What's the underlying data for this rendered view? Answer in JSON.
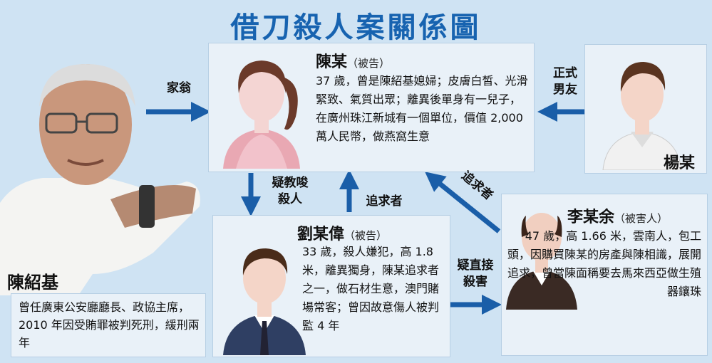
{
  "title": "借刀殺人案關係圖",
  "people": {
    "chen_shaoji": {
      "name": "陳紹基",
      "desc": "曾任廣東公安廳廳長、政協主席，2010 年因受賄罪被判死刑，緩刑兩年"
    },
    "chen": {
      "name": "陳某",
      "role": "（被告）",
      "desc": "37 歲，曾是陳紹基媳婦；皮膚白皙、光滑緊致、氣質出眾；離異後單身有一兒子，在廣州珠江新城有一個單位，價值 2,000 萬人民幣，做燕窩生意"
    },
    "yang": {
      "name": "楊某"
    },
    "liu": {
      "name": "劉某偉",
      "role": "（被告）",
      "desc": "33 歲，殺人嫌犯，高 1.8 米，離異獨身，陳某追求者之一，做石材生意，澳門賭場常客；曾因故意傷人被判監 4 年"
    },
    "li": {
      "name": "李某余",
      "role": "（被害人）",
      "desc": "47 歲，高 1.66 米，雲南人，包工頭，因購買陳某的房產與陳相識，展開追求，曾當陳面稱要去馬來西亞做生殖器鑲珠"
    }
  },
  "relations": {
    "father_in_law": "家翁",
    "boyfriend_l1": "正式",
    "boyfriend_l2": "男友",
    "instigate_l1": "疑教唆",
    "instigate_l2": "殺人",
    "suitor_liu": "追求者",
    "suitor_li": "追求者",
    "kill_l1": "疑直接",
    "kill_l2": "殺害"
  },
  "colors": {
    "title": "#1763b0",
    "arrow": "#1a5ea8",
    "card": "#e9f1f8"
  }
}
